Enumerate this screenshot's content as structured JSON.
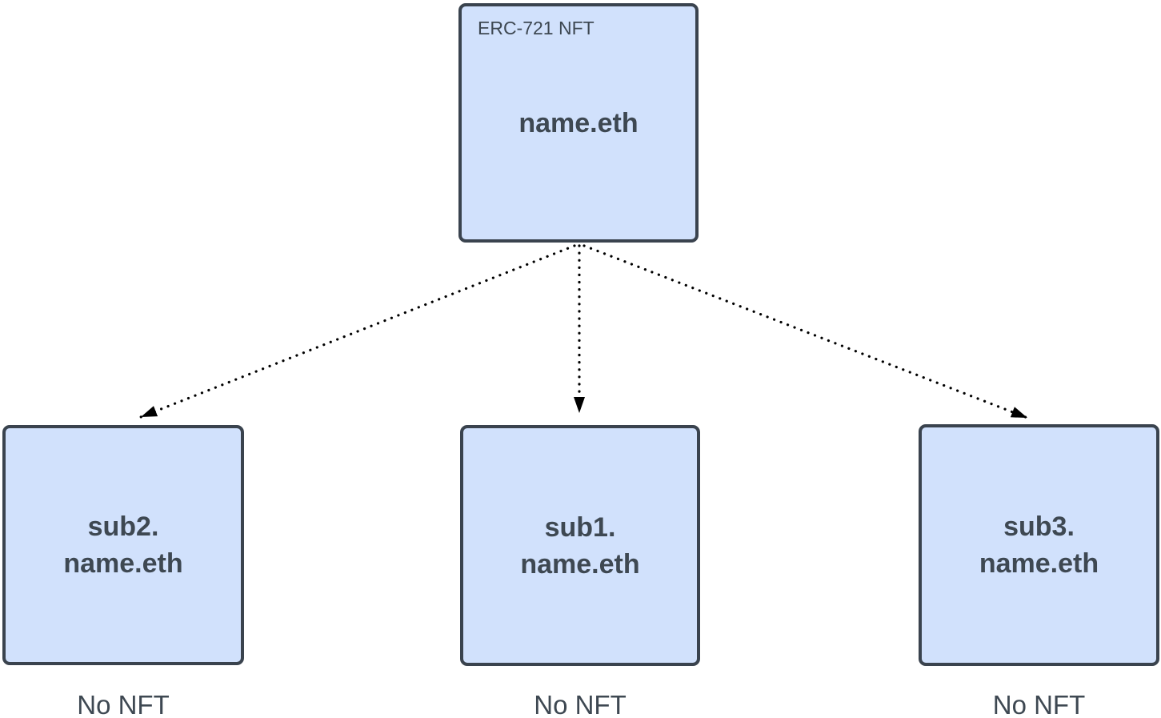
{
  "diagram": {
    "root": {
      "type_label": "ERC-721 NFT",
      "name": "name.eth"
    },
    "children": [
      {
        "name_top": "sub2.",
        "name_bottom": "name.eth",
        "status": "No NFT"
      },
      {
        "name_top": "sub1.",
        "name_bottom": "name.eth",
        "status": "No NFT"
      },
      {
        "name_top": "sub3.",
        "name_bottom": "name.eth",
        "status": "No NFT"
      }
    ],
    "colors": {
      "box_fill": "#d1e1fc",
      "box_border": "#3a434e",
      "text": "#3e4852",
      "arrow": "#000000"
    }
  }
}
